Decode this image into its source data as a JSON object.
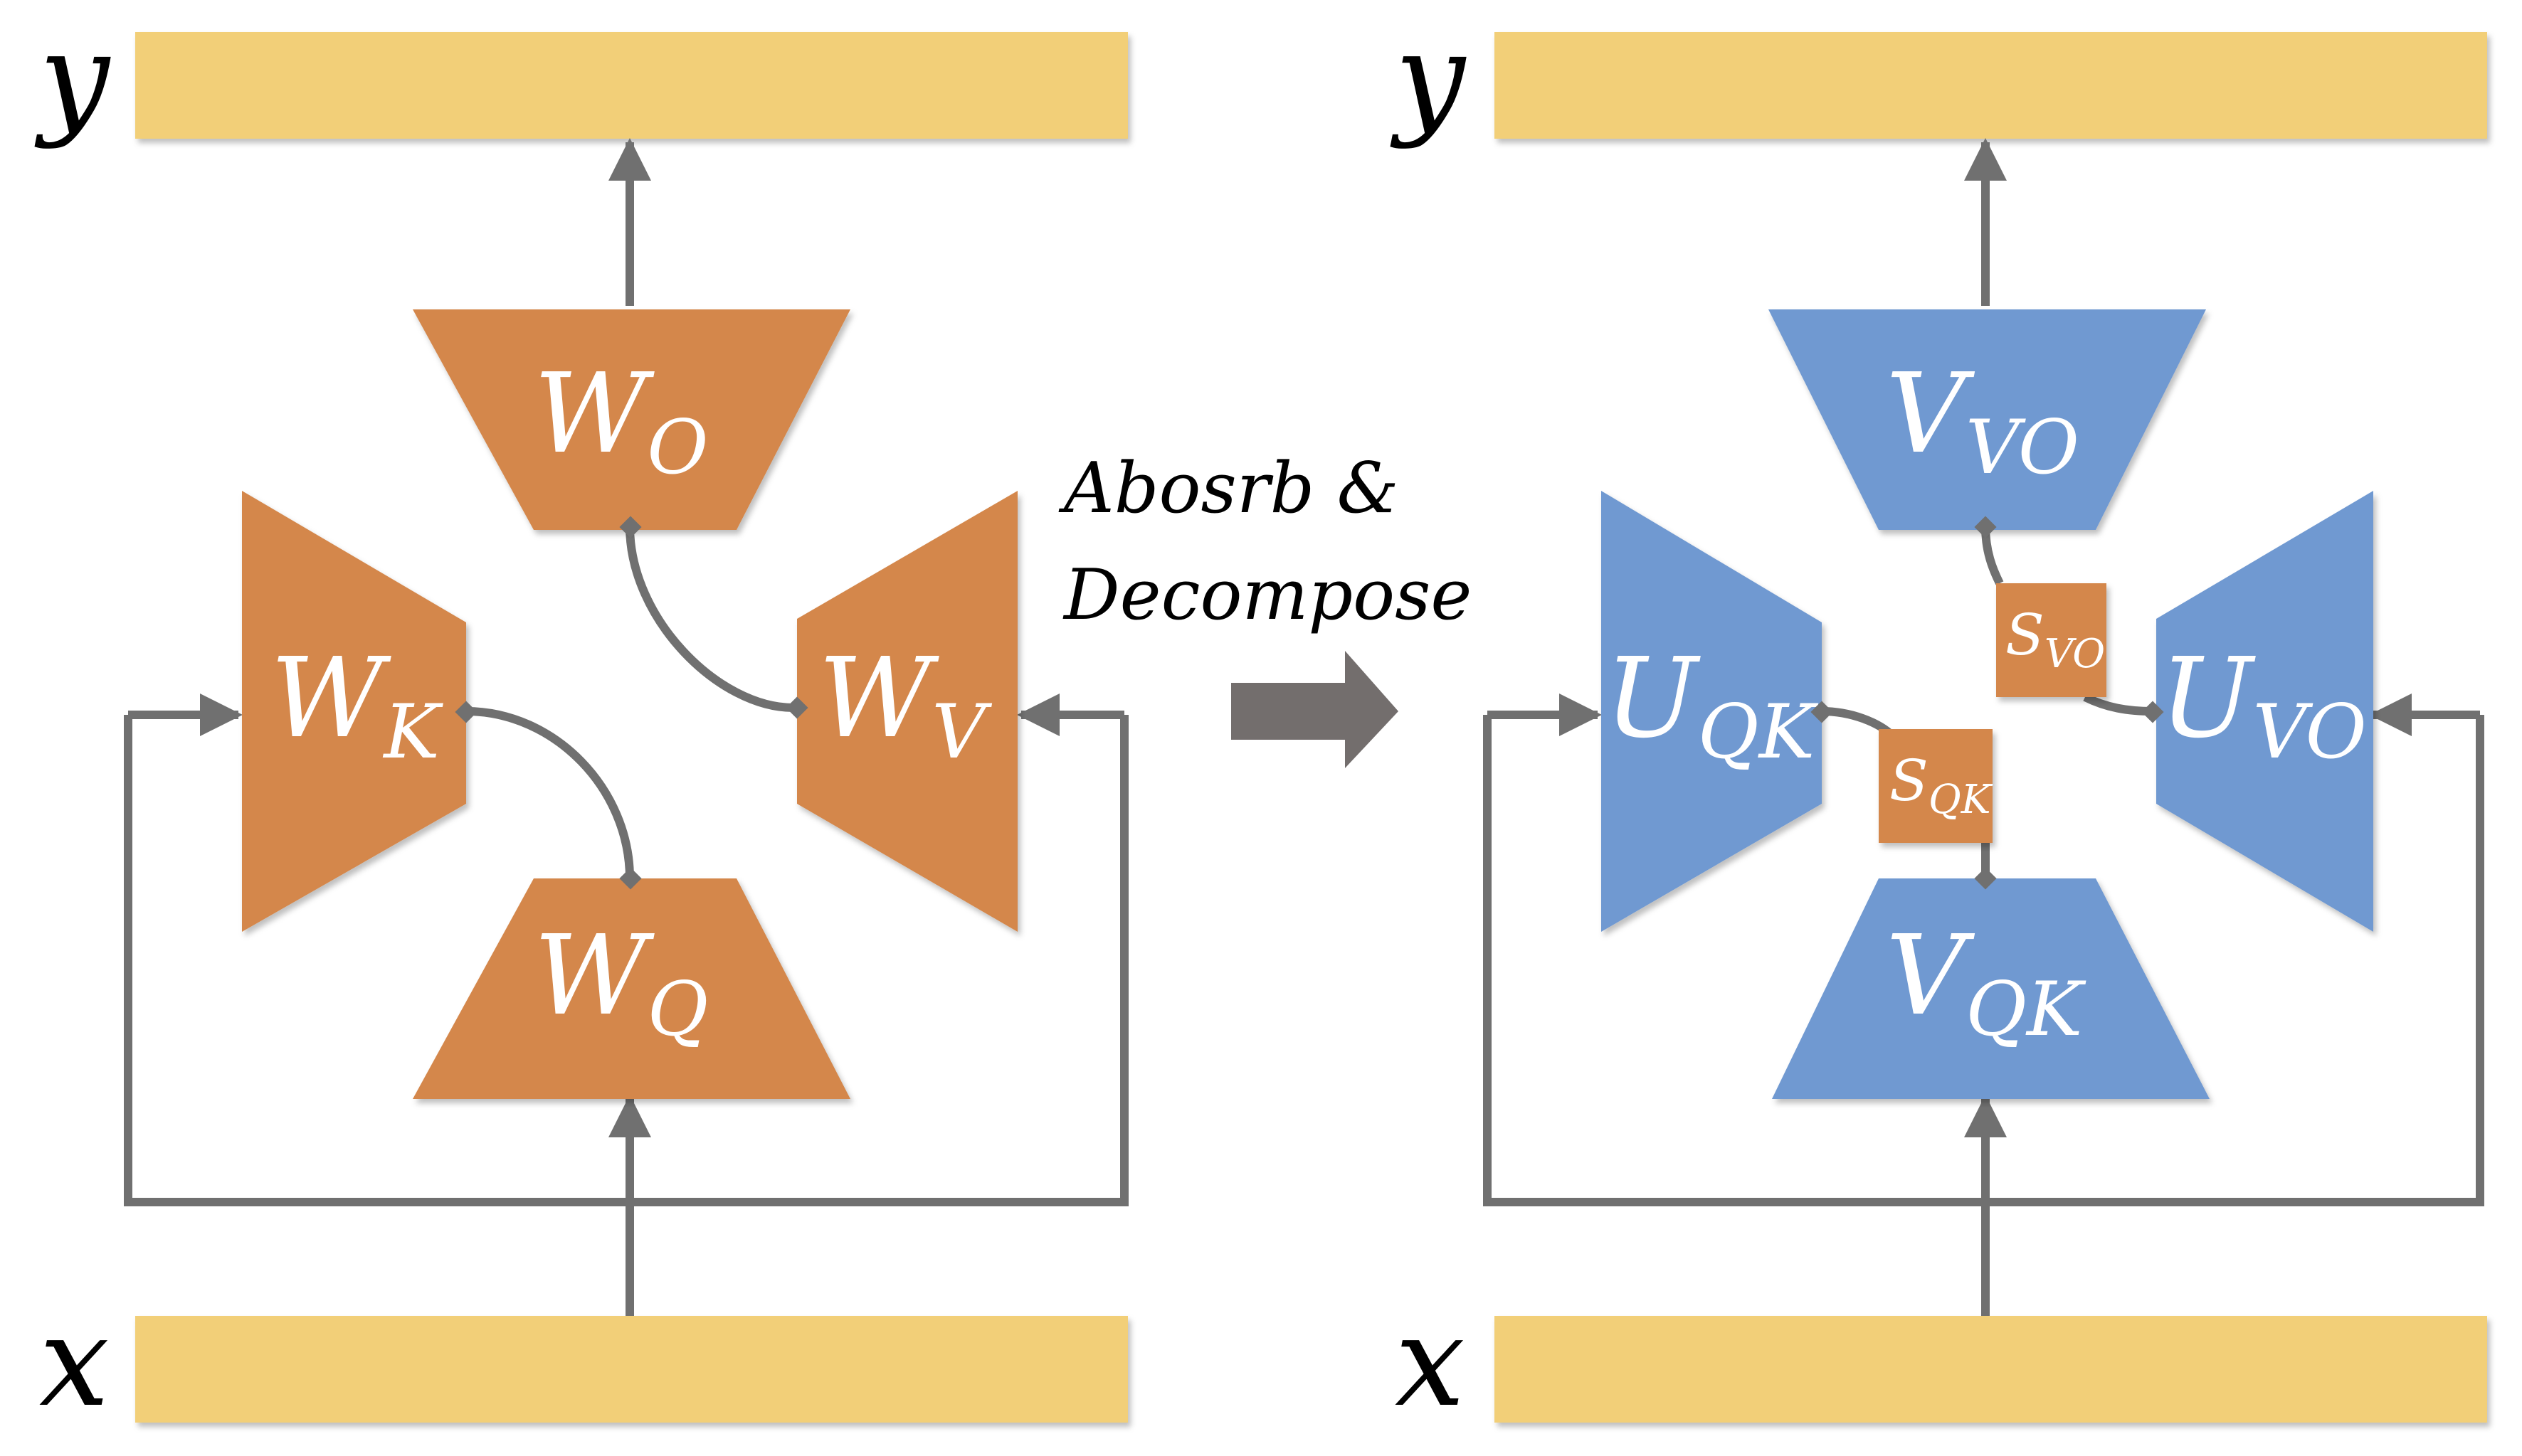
{
  "colors": {
    "io_bar": "#F2CF78",
    "orange": "#D4874B",
    "blue": "#7099D1",
    "line": "#707070",
    "big_arrow": "#736E6D"
  },
  "left": {
    "y_label": "y",
    "x_label": "x",
    "wo": {
      "main": "W",
      "sub": "O"
    },
    "wk": {
      "main": "W",
      "sub": "K"
    },
    "wv": {
      "main": "W",
      "sub": "V"
    },
    "wq": {
      "main": "W",
      "sub": "Q"
    }
  },
  "transform": {
    "line1": "Abosrb &",
    "line2": "Decompose"
  },
  "right": {
    "y_label": "y",
    "x_label": "x",
    "vvo": {
      "main": "V",
      "sub": "VO"
    },
    "uqk": {
      "main": "U",
      "sub": "QK"
    },
    "uvo": {
      "main": "U",
      "sub": "VO"
    },
    "vqk": {
      "main": "V",
      "sub": "QK"
    },
    "svo": {
      "main": "S",
      "sub": "VO"
    },
    "sqk": {
      "main": "S",
      "sub": "QK"
    }
  }
}
